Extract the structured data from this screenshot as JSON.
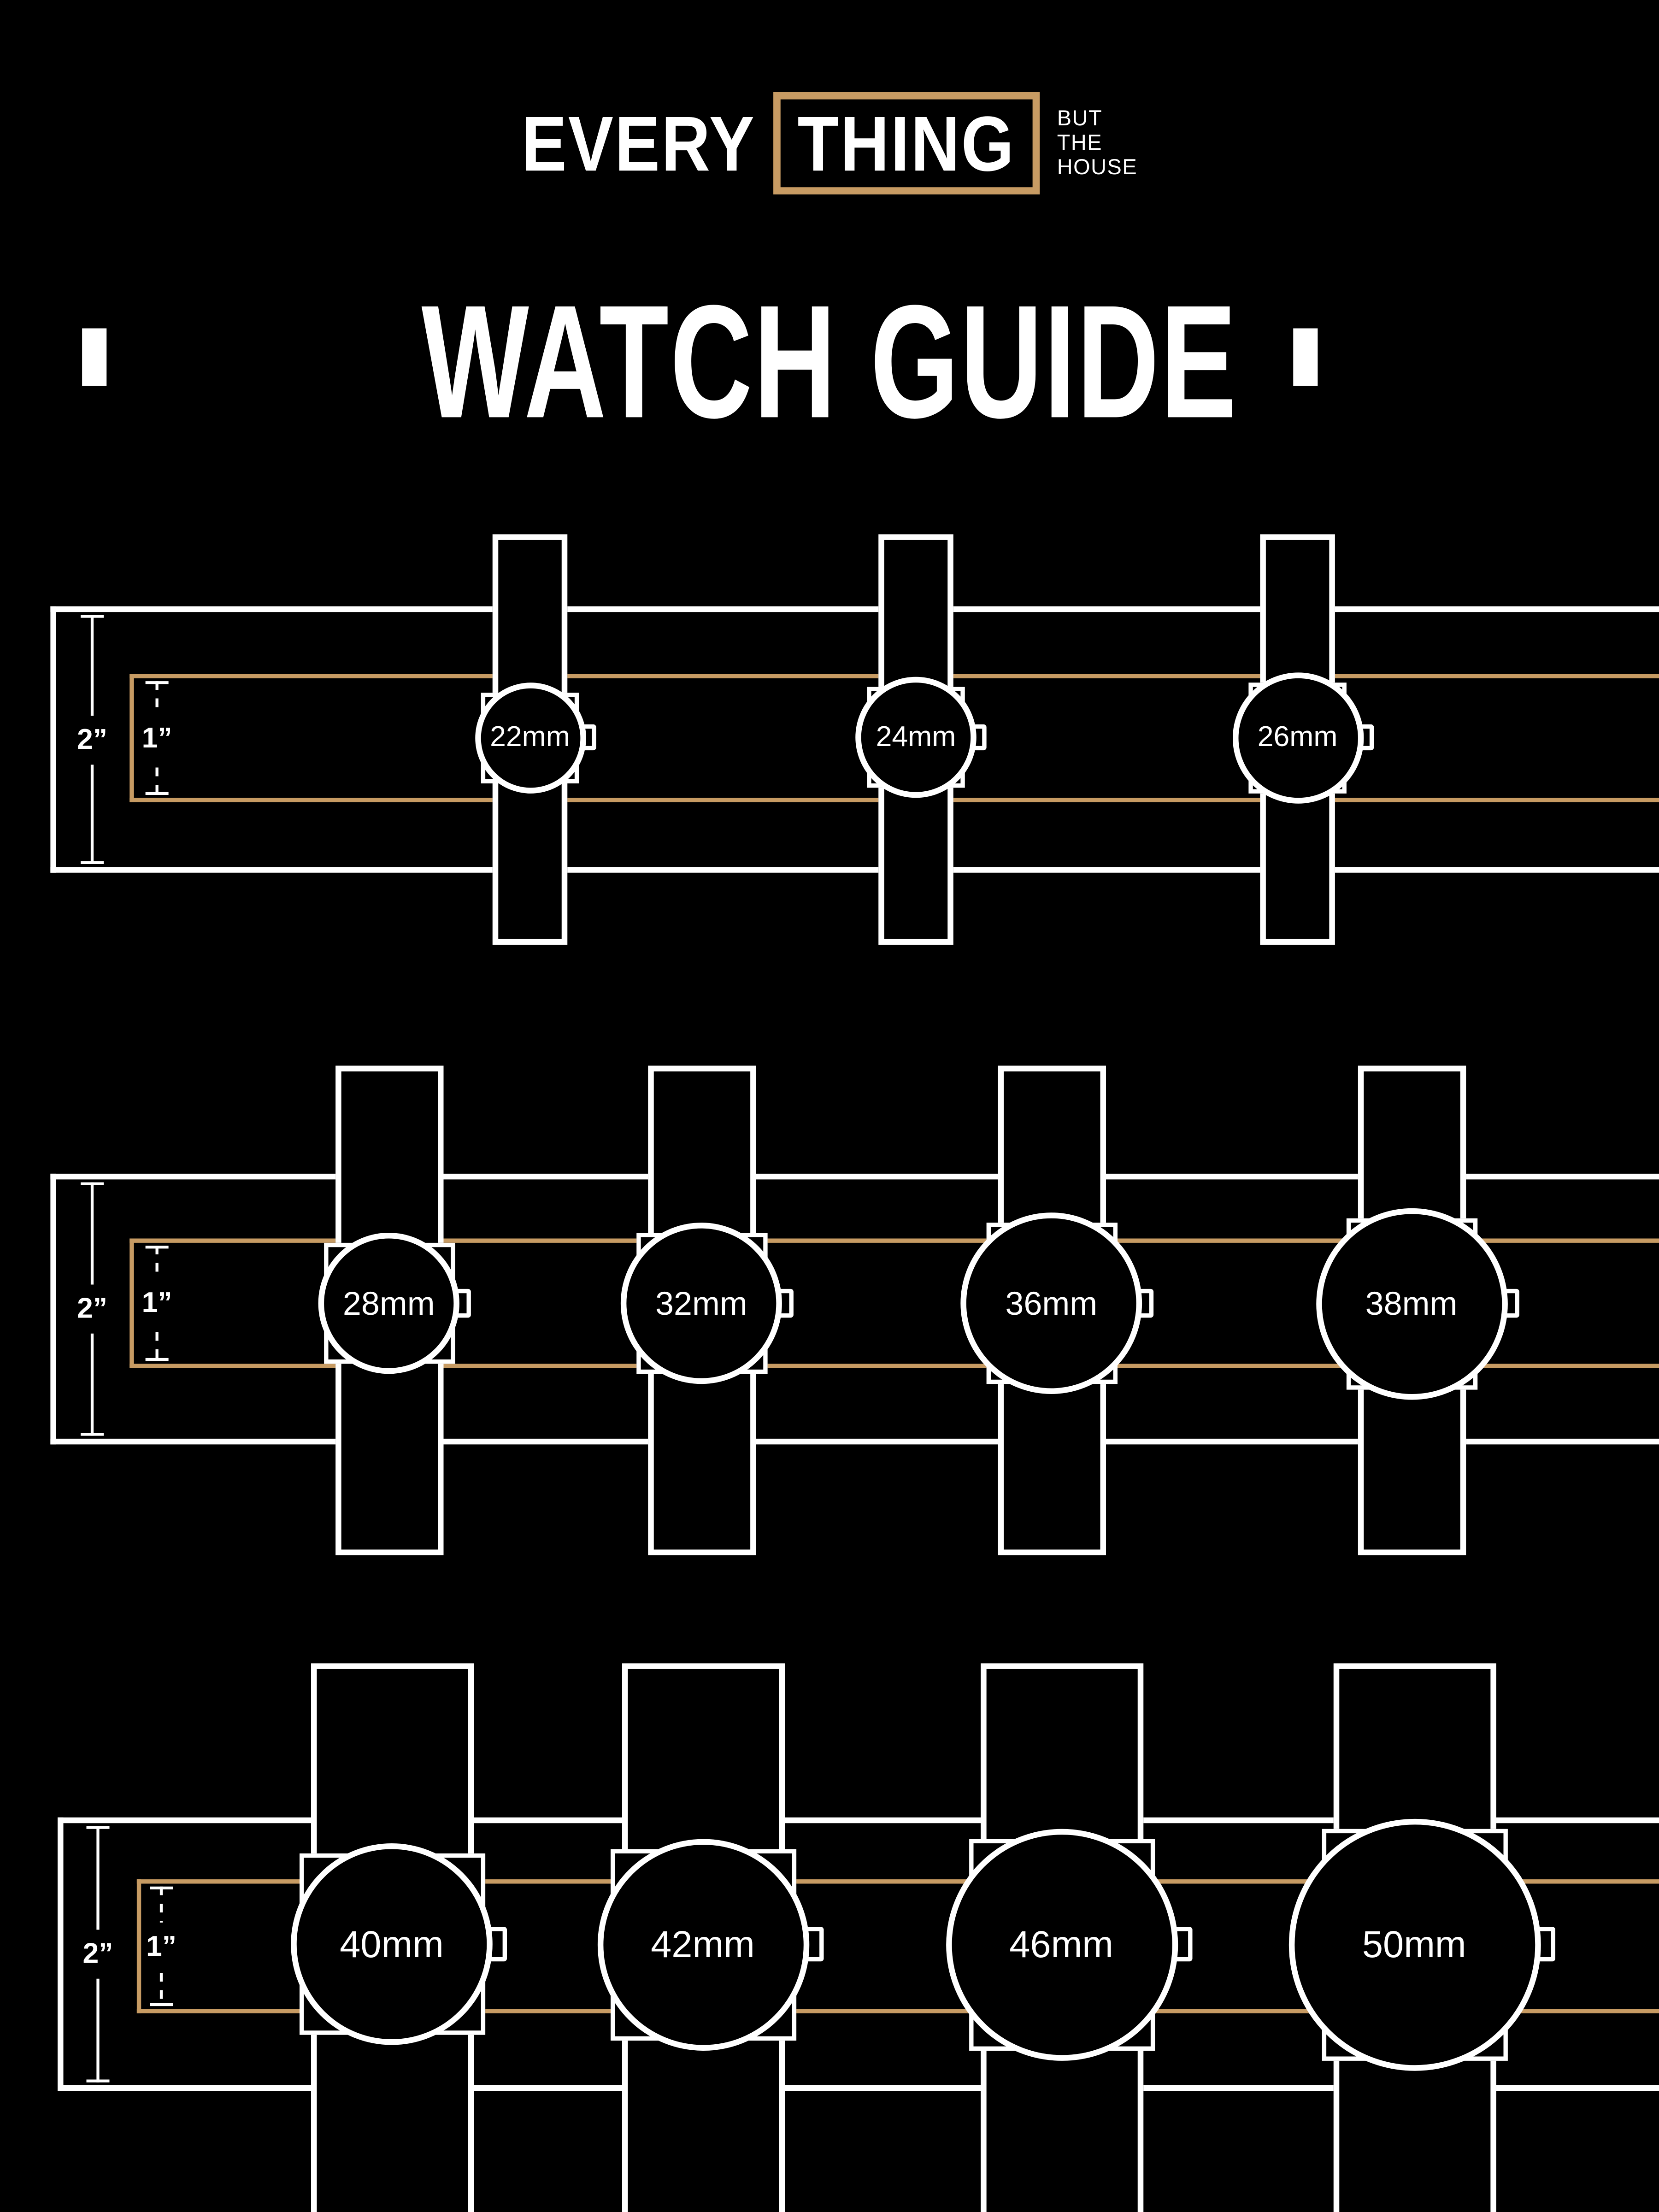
{
  "title": "WATCH GUIDE",
  "logo": {
    "word_left": "EVERY",
    "word_boxed": "THING",
    "tagline": [
      "BUT",
      "THE",
      "HOUSE"
    ]
  },
  "colors": {
    "background": "#000000",
    "line_white": "#FFFFFF",
    "line_tan": "#C79B63"
  },
  "rows": [
    {
      "outer_label": "2”",
      "inner_label": "1”",
      "watches": [
        {
          "label": "22mm"
        },
        {
          "label": "24mm"
        },
        {
          "label": "26mm"
        }
      ]
    },
    {
      "outer_label": "2”",
      "inner_label": "1”",
      "watches": [
        {
          "label": "28mm"
        },
        {
          "label": "32mm"
        },
        {
          "label": "36mm"
        },
        {
          "label": "38mm"
        }
      ]
    },
    {
      "outer_label": "2”",
      "inner_label": "1”",
      "watches": [
        {
          "label": "40mm"
        },
        {
          "label": "42mm"
        },
        {
          "label": "46mm"
        },
        {
          "label": "50mm"
        }
      ]
    }
  ]
}
